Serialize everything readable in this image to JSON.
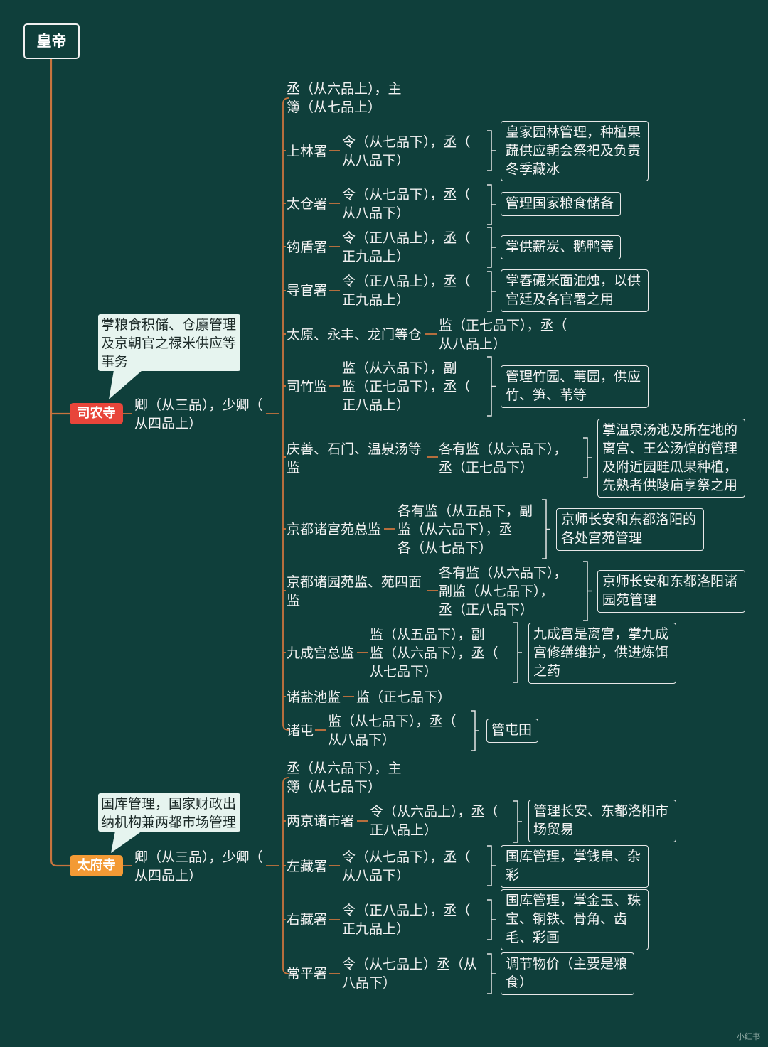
{
  "root": {
    "label": "皇帝"
  },
  "branches": [
    {
      "name": "司农寺",
      "color": "#e8453a",
      "callout": "掌粮食积储、仓廪管理\n及京朝官之禄米供应等\n事务",
      "officials": "卿（从三品），少卿（\n从四品上）",
      "children": [
        {
          "office": "",
          "ranks": "丞（从六品上），主\n簿（从七品上）",
          "duty": ""
        },
        {
          "office": "上林署",
          "ranks": "令（从七品下），丞（\n从八品下）",
          "duty": "皇家园林管理，种植果\n蔬供应朝会祭祀及负责\n冬季藏冰"
        },
        {
          "office": "太仓署",
          "ranks": "令（从七品下），丞（\n从八品下）",
          "duty": "管理国家粮食储备"
        },
        {
          "office": "钩盾署",
          "ranks": "令（正八品上），丞（\n正九品上）",
          "duty": "掌供薪炭、鹅鸭等"
        },
        {
          "office": "导官署",
          "ranks": "令（正八品上），丞（\n正九品上）",
          "duty": "掌舂碾米面油烛，以供\n宫廷及各官署之用"
        },
        {
          "office": "太原、永丰、龙门等仓",
          "ranks": "监（正七品下），丞（\n从八品上）",
          "duty": ""
        },
        {
          "office": "司竹监",
          "ranks": "监（从六品下），副\n监（正七品下），丞（\n正八品上）",
          "duty": "管理竹园、苇园，供应\n竹、笋、苇等"
        },
        {
          "office": "庆善、石门、温泉汤等\n监",
          "ranks": "各有监（从六品下），\n丞（正七品下）",
          "duty": "掌温泉汤池及所在地的\n离宫、王公汤馆的管理\n及附近园畦瓜果种植，\n先熟者供陵庙享祭之用"
        },
        {
          "office": "京都诸宫苑总监",
          "ranks": "各有监（从五品下，副\n监（从六品下），丞\n各（从七品下）",
          "duty": "京师长安和东都洛阳的\n各处宫苑管理"
        },
        {
          "office": "京都诸园苑监、苑四面\n监",
          "ranks": "各有监（从六品下），\n副监（从七品下），\n丞（正八品下）",
          "duty": "京师长安和东都洛阳诸\n园苑管理"
        },
        {
          "office": "九成宫总监",
          "ranks": "监（从五品下），副\n监（从六品下），丞（\n从七品下）",
          "duty": "九成宫是离宫，掌九成\n宫修缮维护，供进炼饵\n之药"
        },
        {
          "office": "诸盐池监",
          "ranks": "监（正七品下）",
          "duty": ""
        },
        {
          "office": "诸屯",
          "ranks": "监（从七品下），丞（\n从八品下）",
          "duty": "管屯田"
        }
      ]
    },
    {
      "name": "太府寺",
      "color": "#f39a35",
      "callout": "国库管理，国家财政出\n纳机构兼两都市场管理",
      "officials": "卿（从三品），少卿（\n从四品上）",
      "children": [
        {
          "office": "",
          "ranks": "丞（从六品下），主\n簿（从七品下）",
          "duty": ""
        },
        {
          "office": "两京诸市署",
          "ranks": "令（从六品上），丞（\n正八品上）",
          "duty": "管理长安、东都洛阳市\n场贸易"
        },
        {
          "office": "左藏署",
          "ranks": "令（从七品下），丞（\n从八品下）",
          "duty": "国库管理，掌钱帛、杂\n彩"
        },
        {
          "office": "右藏署",
          "ranks": "令（正八品上），丞（\n正九品上）",
          "duty": "国库管理，掌金玉、珠\n宝、铜铁、骨角、齿\n毛、彩画"
        },
        {
          "office": "常平署",
          "ranks": "令（从七品上）丞（从\n八品下）",
          "duty": "调节物价（主要是粮\n食）"
        }
      ]
    }
  ],
  "footer": {
    "watermark": "小红书"
  },
  "colors": {
    "background": "#0f3f3b",
    "line": "#c8743e",
    "bracket": "#e6e6e6"
  }
}
